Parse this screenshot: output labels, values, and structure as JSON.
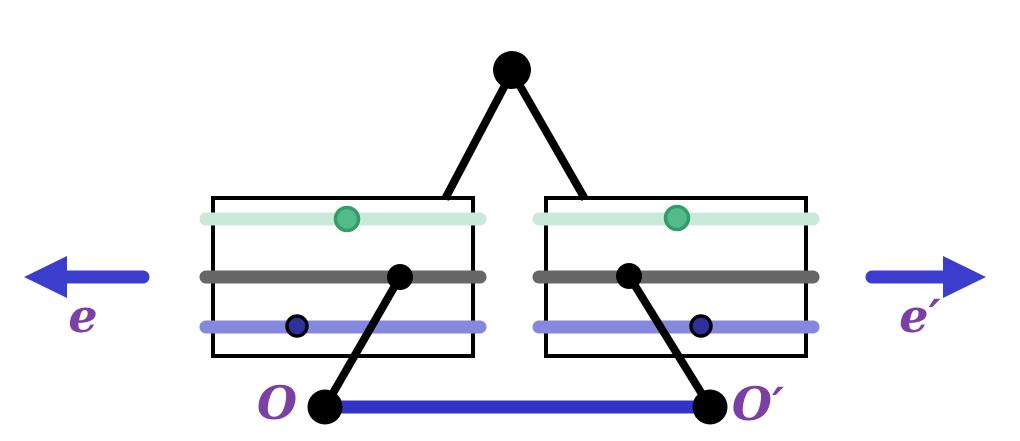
{
  "figure": {
    "type": "physics-diagram",
    "description": "Source vertex above two spacelike-separated boxes, each box holding three horizontal world-line bars (mint, gray, lavender) with marker dots; origins O and O' below joined by a blue segment; opposite blue boost arrows labeled e and e'.",
    "labels": {
      "left_boost": "e",
      "right_boost": "e′",
      "left_origin": "O",
      "right_origin": "O′"
    },
    "colors": {
      "ink": "#000000",
      "background": "#ffffff",
      "mint_bar": "#c9e9da",
      "gray_bar": "#666666",
      "lavender_bar": "#8688dd",
      "green_dot_fill": "#53bb8b",
      "green_dot_stroke": "#2f9e68",
      "navy_dot_fill": "#30309c",
      "arrow_blue": "#3b3dcd",
      "segment_blue": "#3233c8",
      "label_purple": "#7c3fa4",
      "box_border": "#000000"
    }
  }
}
